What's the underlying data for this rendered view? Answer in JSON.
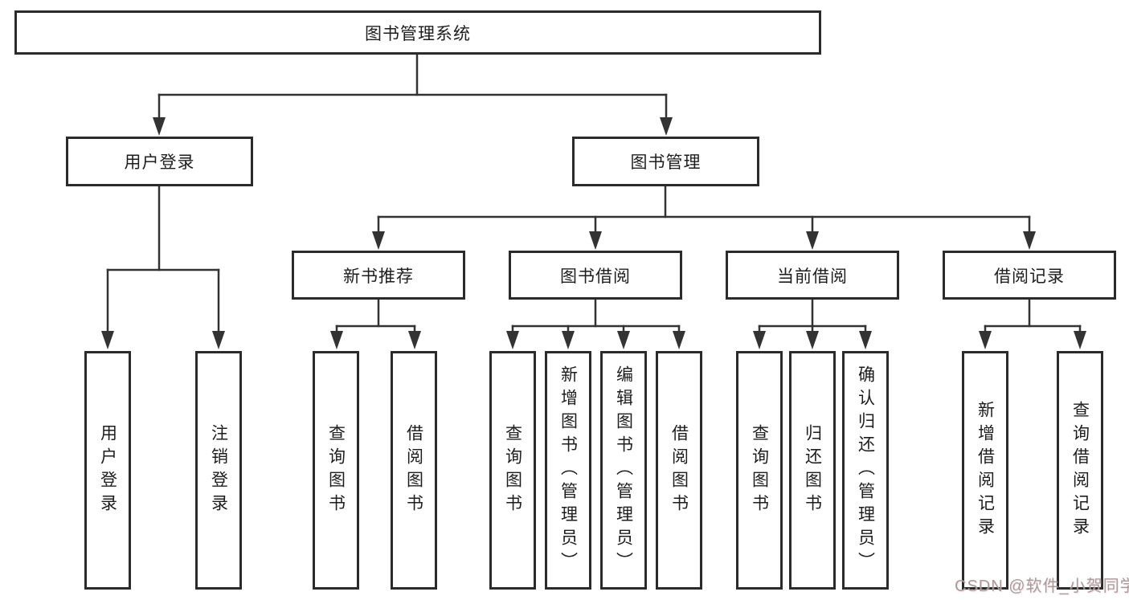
{
  "diagram": {
    "root_label": "图书管理系统",
    "branches": [
      {
        "label": "用户登录",
        "children": [
          "用户登录",
          "注销登录"
        ]
      },
      {
        "label": "图书管理",
        "groups": [
          {
            "label": "新书推荐",
            "children": [
              "查询图书",
              "借阅图书"
            ]
          },
          {
            "label": "图书借阅",
            "children": [
              "查询图书",
              "新增图书（管理员）",
              "编辑图书（管理员）",
              "借阅图书"
            ]
          },
          {
            "label": "当前借阅",
            "children": [
              "查询图书",
              "归还图书",
              "确认归还（管理员）"
            ]
          },
          {
            "label": "借阅记录",
            "children": [
              "新增借阅记录",
              "查询借阅记录"
            ]
          }
        ]
      }
    ]
  },
  "watermark": {
    "text": "CSDN @软件_小贺同学"
  },
  "colors": {
    "line": "#333333",
    "box_border": "#2b2b2b",
    "text": "#1d1d1f",
    "watermark": "#a89c9d",
    "background": "#ffffff"
  }
}
